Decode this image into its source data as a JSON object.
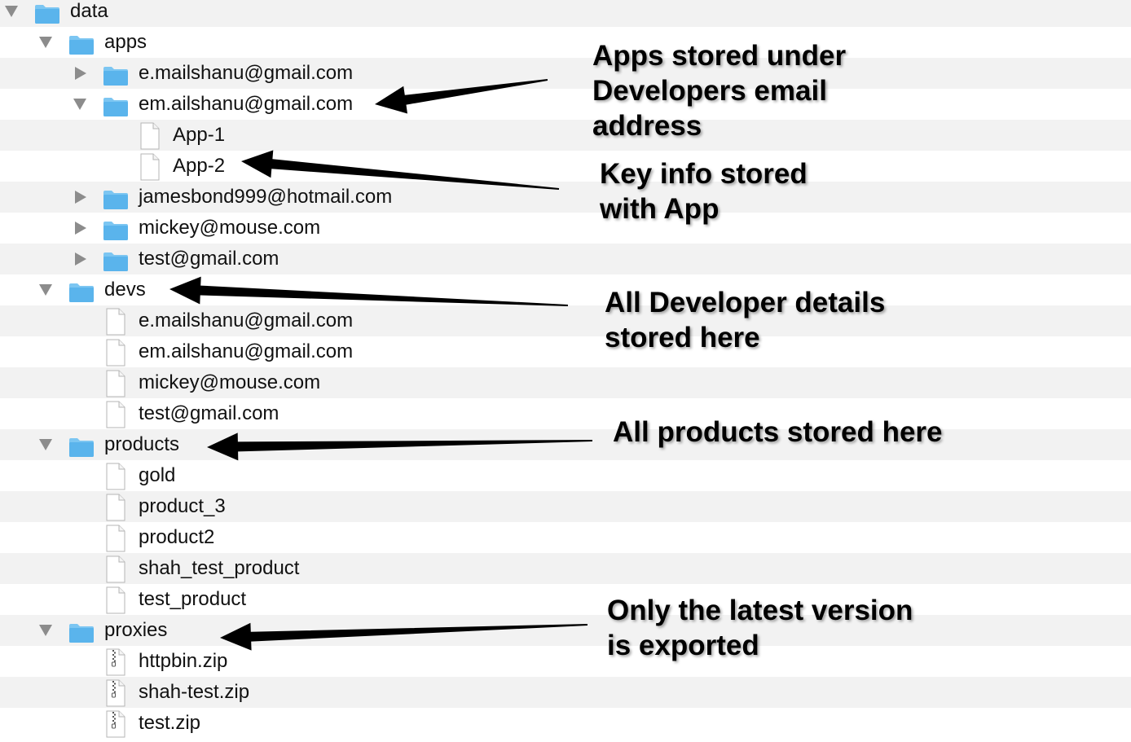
{
  "tree": [
    {
      "depth": 0,
      "kind": "folder",
      "expanded": true,
      "label": "data"
    },
    {
      "depth": 1,
      "kind": "folder",
      "expanded": true,
      "label": "apps"
    },
    {
      "depth": 2,
      "kind": "folder",
      "expanded": false,
      "label": "e.mailshanu@gmail.com"
    },
    {
      "depth": 2,
      "kind": "folder",
      "expanded": true,
      "label": "em.ailshanu@gmail.com"
    },
    {
      "depth": 3,
      "kind": "file",
      "label": "App-1"
    },
    {
      "depth": 3,
      "kind": "file",
      "label": "App-2"
    },
    {
      "depth": 2,
      "kind": "folder",
      "expanded": false,
      "label": "jamesbond999@hotmail.com"
    },
    {
      "depth": 2,
      "kind": "folder",
      "expanded": false,
      "label": "mickey@mouse.com"
    },
    {
      "depth": 2,
      "kind": "folder",
      "expanded": false,
      "label": "test@gmail.com"
    },
    {
      "depth": 1,
      "kind": "folder",
      "expanded": true,
      "label": "devs"
    },
    {
      "depth": 2,
      "kind": "file",
      "label": "e.mailshanu@gmail.com"
    },
    {
      "depth": 2,
      "kind": "file",
      "label": "em.ailshanu@gmail.com"
    },
    {
      "depth": 2,
      "kind": "file",
      "label": "mickey@mouse.com"
    },
    {
      "depth": 2,
      "kind": "file",
      "label": "test@gmail.com"
    },
    {
      "depth": 1,
      "kind": "folder",
      "expanded": true,
      "label": "products"
    },
    {
      "depth": 2,
      "kind": "file",
      "label": "gold"
    },
    {
      "depth": 2,
      "kind": "file",
      "label": "product_3"
    },
    {
      "depth": 2,
      "kind": "file",
      "label": "product2"
    },
    {
      "depth": 2,
      "kind": "file",
      "label": "shah_test_product"
    },
    {
      "depth": 2,
      "kind": "file",
      "label": "test_product"
    },
    {
      "depth": 1,
      "kind": "folder",
      "expanded": true,
      "label": "proxies"
    },
    {
      "depth": 2,
      "kind": "zip",
      "label": "httpbin.zip"
    },
    {
      "depth": 2,
      "kind": "zip",
      "label": "shah-test.zip"
    },
    {
      "depth": 2,
      "kind": "zip",
      "label": "test.zip"
    }
  ],
  "callouts": {
    "apps": [
      "Apps stored under",
      "Developers email",
      "address"
    ],
    "key": [
      "Key info stored",
      "with App"
    ],
    "devs": [
      "All Developer details",
      "stored here"
    ],
    "products": [
      "All products stored here"
    ],
    "proxies": [
      "Only the latest version",
      "is exported"
    ]
  },
  "colors": {
    "folder": "#5ab4ec",
    "folder_tab": "#7cc6f2",
    "stripe": "#f2f2f2",
    "disclosure": "#8c8c8c"
  }
}
